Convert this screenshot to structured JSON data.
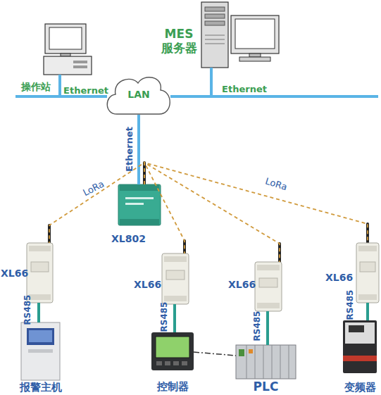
{
  "diagram": {
    "nodes": [
      {
        "text": [
          "操作站"
        ]
      },
      {
        "text": [
          "MES 服务器"
        ]
      },
      {
        "text": [
          "LAN"
        ]
      },
      {
        "text": [
          "XL802"
        ]
      },
      {
        "text": [
          "XL66"
        ]
      },
      {
        "text": [
          "报警主机"
        ]
      },
      {
        "text": [
          "XL66"
        ]
      },
      {
        "text": [
          "控制器"
        ]
      },
      {
        "text": [
          "XL66"
        ]
      },
      {
        "text": [
          "PLC"
        ]
      },
      {
        "text": [
          "XL66"
        ]
      },
      {
        "text": [
          "变频器"
        ]
      }
    ],
    "edges": [
      {
        "from": 0,
        "to": 2,
        "label": "Ethernet",
        "arrow": "none"
      },
      {
        "from": 1,
        "to": 2,
        "label": "Ethernet",
        "arrow": "none"
      },
      {
        "from": 2,
        "to": 3,
        "label": "Ethernet",
        "arrow": "none"
      },
      {
        "from": 3,
        "to": 4,
        "label": "LoRa",
        "arrow": "none"
      },
      {
        "from": 3,
        "to": 6,
        "arrow": "none"
      },
      {
        "from": 3,
        "to": 8,
        "arrow": "none"
      },
      {
        "from": 3,
        "to": 10,
        "label": "LoRa",
        "arrow": "none"
      },
      {
        "from": 4,
        "to": 5,
        "label": "RS485",
        "arrow": "none"
      },
      {
        "from": 6,
        "to": 7,
        "label": "RS485",
        "arrow": "none"
      },
      {
        "from": 8,
        "to": 9,
        "label": "RS485",
        "arrow": "none"
      },
      {
        "from": 10,
        "to": 11,
        "label": "RS485",
        "arrow": "none"
      },
      {
        "from": 7,
        "to": 9,
        "arrow": "none"
      }
    ]
  }
}
